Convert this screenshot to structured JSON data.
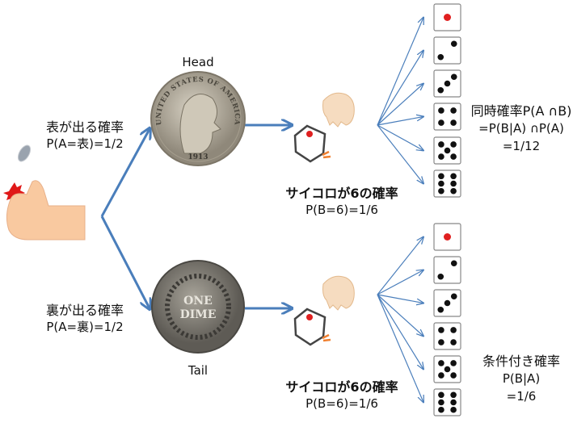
{
  "labels": {
    "head": "Head",
    "tail": "Tail",
    "head_prob_title": "表が出る確率",
    "head_prob_value": "P(A=表)=1/2",
    "tail_prob_title": "裏が出る確率",
    "tail_prob_value": "P(A=裏)=1/2",
    "dice_prob_title_top": "サイコロが6の確率",
    "dice_prob_value_top": "P(B=6)=1/6",
    "dice_prob_title_bottom": "サイコロが6の確率",
    "dice_prob_value_bottom": "P(B=6)=1/6",
    "joint_title": "同時確率P(A ∩B)",
    "joint_formula": "=P(B|A) ∩P(A)",
    "joint_value": "=1/12",
    "cond_title": "条件付き確率",
    "cond_formula": "P(B|A)",
    "cond_value": "=1/6"
  },
  "coins": {
    "head_text": "UNITED STATES OF AMERICA",
    "head_year": "1913",
    "tail_text": "ONE DIME"
  },
  "dice_faces": [
    1,
    2,
    3,
    4,
    5,
    6
  ],
  "colors": {
    "arrow": "#4a7ebb",
    "pip": "#111111",
    "red_pip": "#e02020",
    "skin": "#f9c9a0",
    "coin_head": "#b9b2a2",
    "coin_tail": "#8a877f"
  }
}
